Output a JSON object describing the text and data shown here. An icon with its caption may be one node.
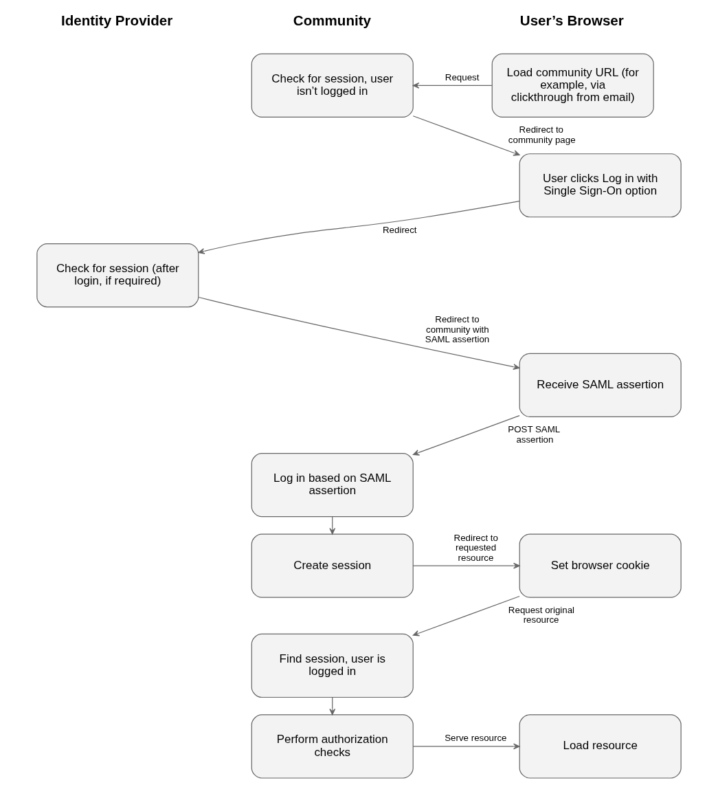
{
  "diagram": {
    "nodes": [
      {
        "text": [
          "Check for session, user isn’t logged in"
        ]
      },
      {
        "text": [
          "Load community URL (for example, via clickthrough from email)"
        ]
      },
      {
        "text": [
          "User clicks Log in with Single Sign-On option"
        ]
      },
      {
        "text": [
          "Check for session (after login, if required)"
        ]
      },
      {
        "text": [
          "Receive SAML assertion"
        ]
      },
      {
        "text": [
          "Log in based on SAML assertion"
        ]
      },
      {
        "text": [
          "Create session"
        ]
      },
      {
        "text": [
          "Set browser cookie"
        ]
      },
      {
        "text": [
          "Find session, user is logged in"
        ]
      },
      {
        "text": [
          "Perform authorization checks"
        ]
      },
      {
        "text": [
          "Load resource"
        ]
      }
    ],
    "edges": [
      {
        "from": 1,
        "to": 0,
        "arrow": "to",
        "label": "Request"
      },
      {
        "from": 0,
        "to": 2,
        "arrow": "to",
        "label": "Redirect to community page"
      },
      {
        "from": 2,
        "to": 3,
        "arrow": "to",
        "label": "Redirect"
      },
      {
        "from": 3,
        "to": 4,
        "arrow": "to",
        "label": "Redirect to community with SAML assertion"
      },
      {
        "from": 4,
        "to": 5,
        "arrow": "to",
        "label": "POST SAML assertion"
      },
      {
        "from": 5,
        "to": 6,
        "arrow": "to"
      },
      {
        "from": 6,
        "to": 7,
        "arrow": "to",
        "label": "Redirect to requested resource"
      },
      {
        "from": 7,
        "to": 8,
        "arrow": "to",
        "label": "Request original resource"
      },
      {
        "from": 8,
        "to": 9,
        "arrow": "to"
      },
      {
        "from": 9,
        "to": 10,
        "arrow": "to",
        "label": "Serve resource"
      }
    ],
    "labels": [
      "Identity Provider",
      "Community",
      "User’s Browser"
    ]
  }
}
